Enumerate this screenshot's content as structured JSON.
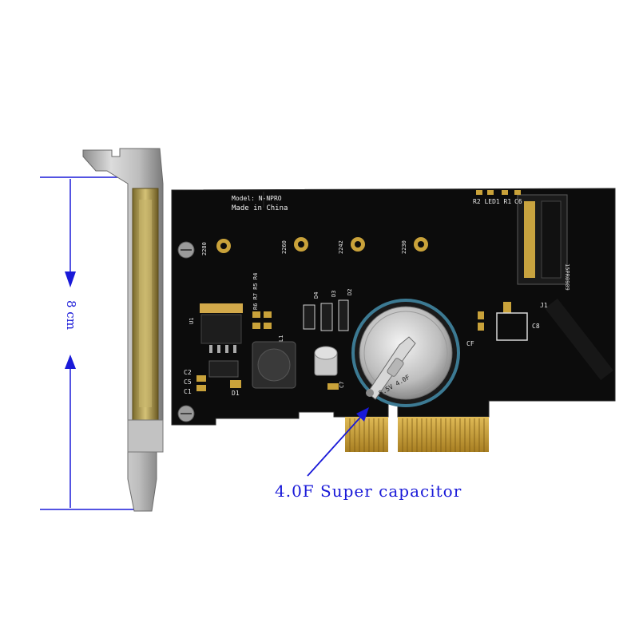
{
  "dimension": {
    "label": "8 cm"
  },
  "board": {
    "model_text": "Model: N-NPRO",
    "origin_text": "Made in China",
    "slot_labels": [
      "2280",
      "2260",
      "2242",
      "2230"
    ],
    "connector_text": "J1",
    "connector_part": "15PR0909",
    "capacitor_mark": "CF",
    "capacitor_face": "5.5V 4.0F",
    "silk": {
      "u1": "U1",
      "l1": "L1",
      "d1": "D1",
      "c1": "C1",
      "c2": "C2",
      "c5": "C5",
      "c7": "C7",
      "c8": "C8",
      "d2": "D2",
      "d3": "D3",
      "d4": "D4",
      "r_left": "R6 R7 R5 R4",
      "r_top": "R2 LED1 R1",
      "c6": "C6"
    }
  },
  "annotation": {
    "caption": "4.0F Super capacitor"
  },
  "colors": {
    "annotation": "#1a1ad8",
    "pcb": "#0c0c0c",
    "gold": "#c9a23a",
    "bracket": "#b9b9b9"
  }
}
